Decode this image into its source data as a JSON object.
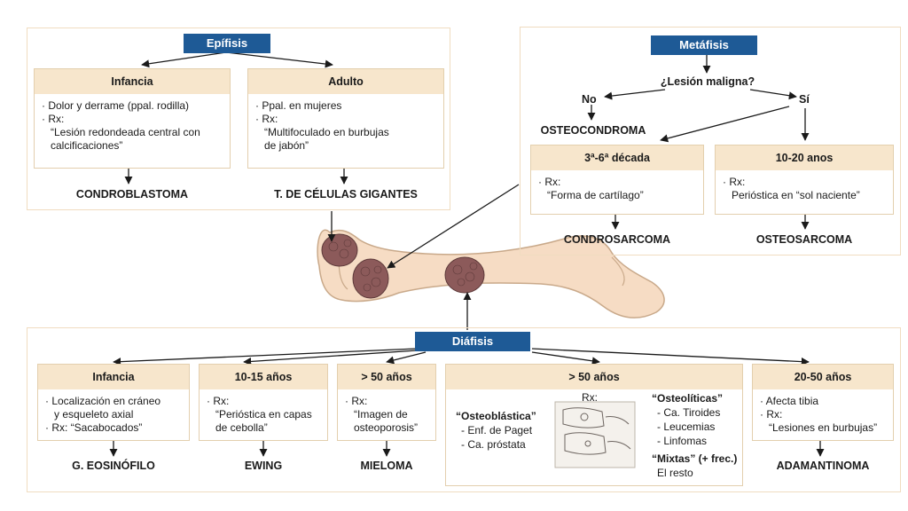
{
  "epifisis": {
    "title": "Epífisis",
    "infancia": {
      "header": "Infancia",
      "lines": [
        "· Dolor y derrame (ppal. rodilla)",
        "· Rx:",
        "“Lesión redondeada central con",
        "calcificaciones”"
      ],
      "diagnosis": "CONDROBLASTOMA"
    },
    "adulto": {
      "header": "Adulto",
      "lines": [
        "· Ppal. en mujeres",
        "· Rx:",
        "“Multifoculado en burbujas",
        "de jabón”"
      ],
      "diagnosis": "T. DE CÉLULAS GIGANTES"
    }
  },
  "metafisis": {
    "title": "Metáfisis",
    "question": "¿Lesión maligna?",
    "no_label": "No",
    "si_label": "Sí",
    "no_diagnosis": "OSTEOCONDROMA",
    "decada": {
      "header": "3ª-6ª década",
      "lines": [
        "· Rx:",
        "“Forma de cartílago”"
      ],
      "diagnosis": "CONDROSARCOMA"
    },
    "anos": {
      "header": "10-20 anos",
      "lines": [
        "· Rx:",
        "Perióstica en “sol naciente”"
      ],
      "diagnosis": "OSTEOSARCOMA"
    }
  },
  "diafisis": {
    "title": "Diáfisis",
    "infancia": {
      "header": "Infancia",
      "lines": [
        "· Localización en cráneo",
        "y esqueleto axial",
        "· Rx: “Sacabocados”"
      ],
      "diagnosis": "G. EOSINÓFILO"
    },
    "ewing": {
      "header": "10-15 años",
      "lines": [
        "· Rx:",
        "“Perióstica en capas",
        "de cebolla”"
      ],
      "diagnosis": "EWING"
    },
    "mieloma": {
      "header": "> 50 años",
      "lines": [
        "· Rx:",
        "“Imagen de",
        "osteoporosis”"
      ],
      "diagnosis": "MIELOMA"
    },
    "metastasis": {
      "header": "> 50 años",
      "rx": "Rx:",
      "osteoblastica": "“Osteoblástica”",
      "osteoblastica_items": [
        "- Enf. de Paget",
        "- Ca. próstata"
      ],
      "osteoliticas": "“Osteolíticas”",
      "osteoliticas_items": [
        "- Ca. Tiroides",
        "- Leucemias",
        "- Linfomas"
      ],
      "mixtas": "“Mixtas” (+ frec.)",
      "resto": "El resto"
    },
    "adamantinoma": {
      "header": "20-50 años",
      "lines": [
        "· Afecta tibia",
        "· Rx:",
        "“Lesiones en burbujas”"
      ],
      "diagnosis": "ADAMANTINOMA"
    }
  },
  "colors": {
    "title_bg": "#1e5a96",
    "header_bg": "#f7e6cc",
    "bone": "#f6dcc4",
    "lesion": "#8c5a5a"
  }
}
